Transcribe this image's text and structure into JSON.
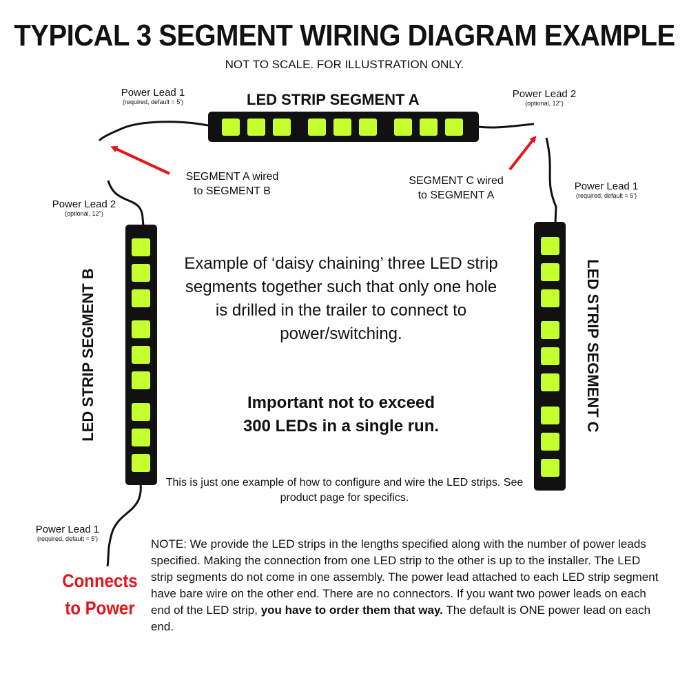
{
  "title": "TYPICAL 3 SEGMENT WIRING DIAGRAM EXAMPLE",
  "subtitle": "NOT TO SCALE. FOR ILLUSTRATION ONLY.",
  "segments": {
    "a": {
      "label": "LED STRIP SEGMENT A",
      "led_count": 9
    },
    "b": {
      "label": "LED STRIP SEGMENT B",
      "led_count": 9
    },
    "c": {
      "label": "LED STRIP SEGMENT C",
      "led_count": 9
    }
  },
  "leads": {
    "a_lead1": {
      "label": "Power Lead 1",
      "note": "(required, default = 5')"
    },
    "a_lead2": {
      "label": "Power Lead 2",
      "note": "(optional, 12\")"
    },
    "b_lead2": {
      "label": "Power Lead 2",
      "note": "(optional, 12\")"
    },
    "b_lead1": {
      "label": "Power Lead 1",
      "note": "(required, default = 5')"
    },
    "c_lead1": {
      "label": "Power Lead 1",
      "note": "(required, default = 5')"
    }
  },
  "connections": {
    "a_to_b": {
      "line1": "SEGMENT A wired",
      "line2": "to SEGMENT B"
    },
    "c_to_a": {
      "line1": "SEGMENT C wired",
      "line2": "to SEGMENT A"
    }
  },
  "center_text": "Example of ‘daisy chaining’ three LED strip segments together such that only one hole is drilled in the trailer to connect to power/switching.",
  "important": {
    "line1": "Important not to exceed",
    "line2": "300 LEDs in a single run."
  },
  "example_text": "This is just one example of how to configure and wire the LED strips. See product page for specifics.",
  "note": {
    "part1": "NOTE: We provide the LED strips in the lengths specified along with the number of power leads specified.  Making the connection from one LED strip to the other is up to the installer. The LED strip segments do not come in one assembly.  The power lead attached to each LED strip segment have bare wire on the other end. There are no connectors.  If you want two power leads on each end of the LED strip,",
    "bold": "you have to order them that way.",
    "part2": "The default is ONE power lead on each end."
  },
  "connects_to_power": {
    "line1": "Connects",
    "line2": "to Power"
  },
  "colors": {
    "led": "#c6ff2e",
    "strip": "#111111",
    "arrow": "#e3141b",
    "accent": "#e3141b"
  }
}
